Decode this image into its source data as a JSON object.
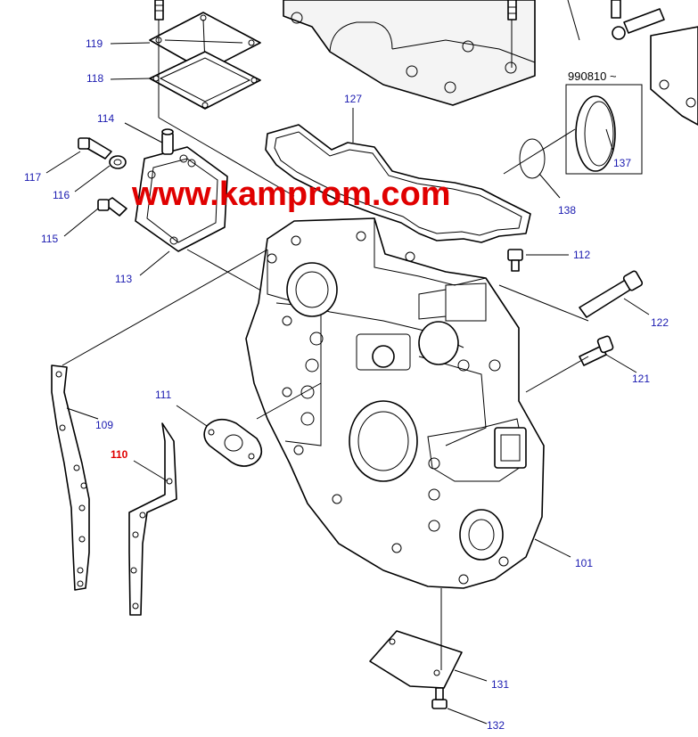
{
  "watermark": "www.kamprom.com",
  "serial_note": "990810 ~",
  "callouts": {
    "c101": "101",
    "c109": "109",
    "c110": "110",
    "c111": "111",
    "c112": "112",
    "c113": "113",
    "c114": "114",
    "c115": "115",
    "c116": "116",
    "c117": "117",
    "c118": "118",
    "c119": "119",
    "c121": "121",
    "c122": "122",
    "c127": "127",
    "c131": "131",
    "c132": "132",
    "c137": "137",
    "c138": "138"
  },
  "colors": {
    "callout": "#1a1ab0",
    "watermark": "#e00000",
    "highlight": "#e00000"
  }
}
